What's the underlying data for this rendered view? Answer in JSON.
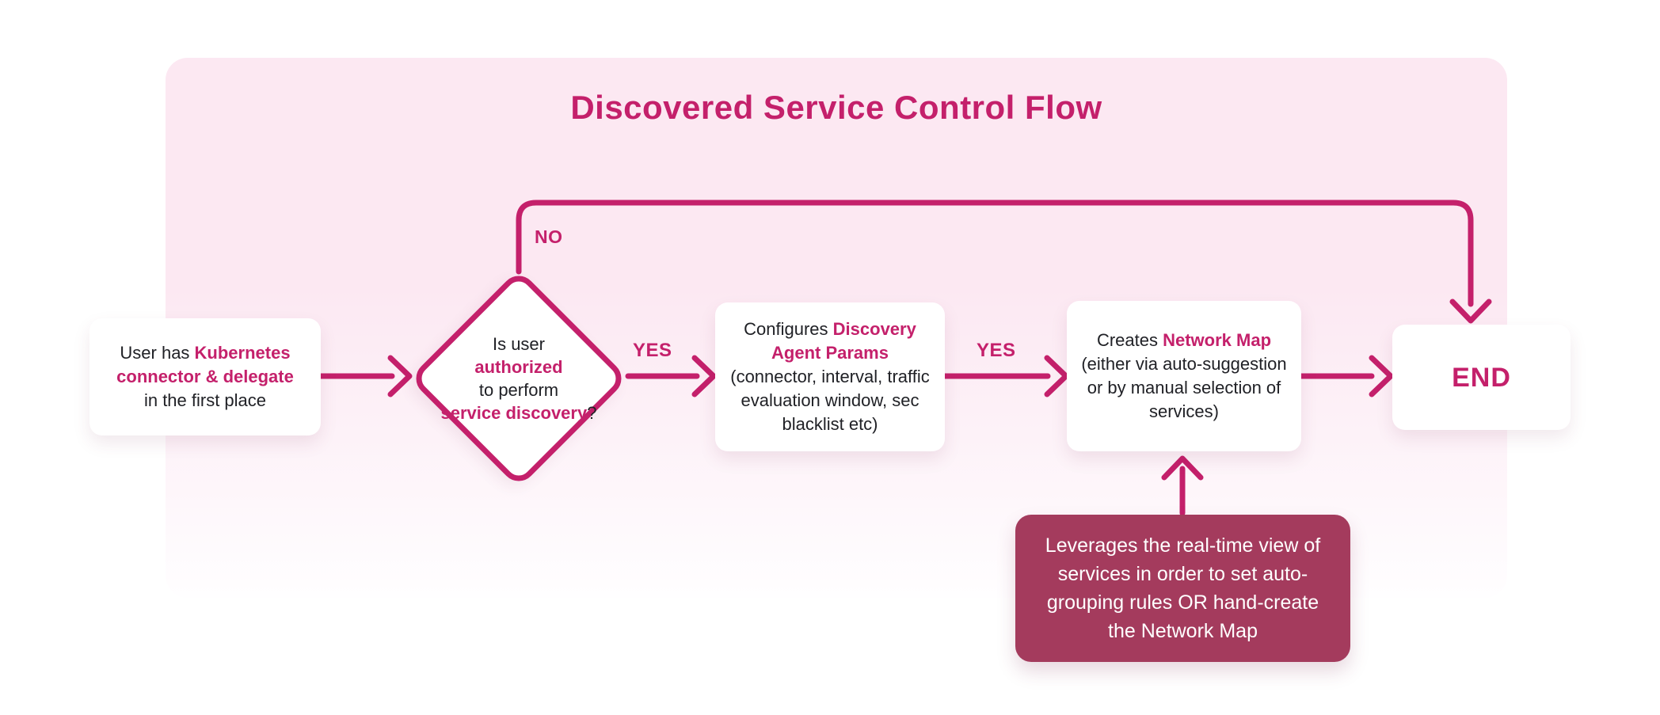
{
  "title": "Discovered Service Control Flow",
  "colors": {
    "accent": "#c4206b",
    "annotation_bg": "#a43b5d",
    "panel_pink": "#fce8f2",
    "text_dark": "#202126",
    "box_bg": "#ffffff"
  },
  "labels": {
    "no": "NO",
    "yes_to_configure": "YES",
    "yes_to_create": "YES"
  },
  "nodes": {
    "start": {
      "pre": "User has ",
      "accent_line1": "Kubernetes",
      "accent_line2": "connector & delegate",
      "post": "in the first place"
    },
    "decision": {
      "line1": "Is user",
      "line2_accent": "authorized",
      "line3": "to perform",
      "line4_accent": "service discovery",
      "line4_suffix": "?"
    },
    "configure": {
      "pre": "Configures ",
      "accent_line1": "Discovery",
      "accent_line2": "Agent Params",
      "detail": "(connector, interval, traffic evaluation window, sec blacklist etc)"
    },
    "create_map": {
      "pre": "Creates ",
      "accent": "Network Map",
      "post": " (either via auto-suggestion or by manual selection of services)"
    },
    "end": {
      "label": "END"
    },
    "annotation": {
      "text": "Leverages the real-time view of services in order to set auto-grouping rules OR hand-create the Network Map"
    }
  }
}
